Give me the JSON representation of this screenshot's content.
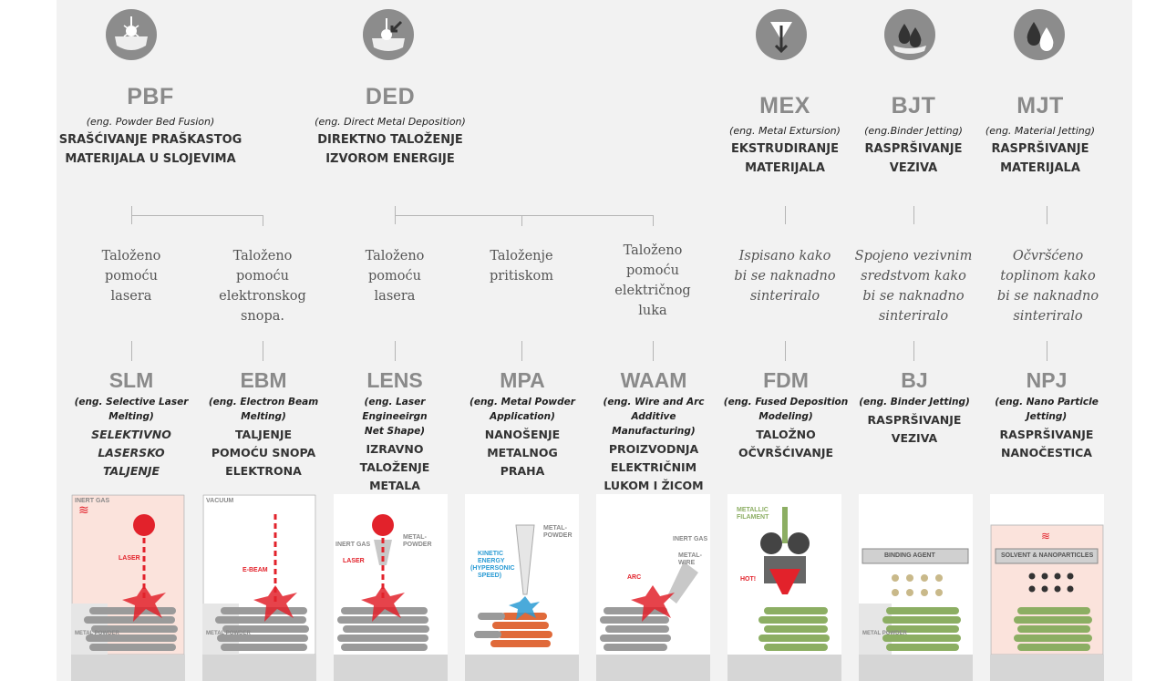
{
  "categories": [
    {
      "abbr": "PBF",
      "eng": "(eng. Powder Bed Fusion)",
      "name1": "SRAŠĆIVANJE PRAŠKASTOG",
      "name2": "MATERIJALA U SLOJEVIMA"
    },
    {
      "abbr": "DED",
      "eng": "(eng. Direct Metal Deposition)",
      "name1": "DIREKTNO TALOŽENJE",
      "name2": "IZVOROM ENERGIJE"
    },
    {
      "abbr": "MEX",
      "eng": "(eng. Metal Extursion)",
      "name1": "EKSTRUDIRANJE",
      "name2": "MATERIJALA"
    },
    {
      "abbr": "BJT",
      "eng": "(eng.Binder Jetting)",
      "name1": "RASPRŠIVANJE",
      "name2": "VEZIVA"
    },
    {
      "abbr": "MJT",
      "eng": "(eng. Material Jetting)",
      "name1": "RASPRŠIVANJE",
      "name2": "MATERIJALA"
    }
  ],
  "methods": [
    [
      "Taloženo",
      "pomoću",
      "lasera"
    ],
    [
      "Taloženo",
      "pomoću",
      "elektronskog",
      "snopa."
    ],
    [
      "Taloženo",
      "pomoću",
      "lasera"
    ],
    [
      "Taloženje",
      "pritiskom"
    ],
    [
      "Taloženo",
      "pomoću",
      "električnog",
      "luka"
    ],
    [
      "Ispisano kako",
      "bi se naknadno",
      "sinteriralo"
    ],
    [
      "Spojeno vezivnim",
      "sredstvom kako",
      "bi se naknadno",
      "sinteriralo"
    ],
    [
      "Očvršćeno",
      "toplinom kako",
      "bi se naknadno",
      "sinteriralo"
    ]
  ],
  "processes": [
    {
      "abbr": "SLM",
      "eng": [
        "(eng. Selective Laser",
        "Melting)"
      ],
      "name": [
        "SELEKTIVNO",
        "LASERSKO",
        "TALJENJE"
      ]
    },
    {
      "abbr": "EBM",
      "eng": [
        "(eng. Electron Beam",
        "Melting)"
      ],
      "name": [
        "TALJENJE",
        "POMOĆU SNOPA",
        "ELEKTRONA"
      ]
    },
    {
      "abbr": "LENS",
      "eng": [
        "(eng. Laser Engineeirgn",
        "Net Shape)"
      ],
      "name": [
        "IZRAVNO",
        "TALOŽENJE",
        "METALA"
      ]
    },
    {
      "abbr": "MPA",
      "eng": [
        "(eng. Metal Powder",
        "Application)"
      ],
      "name": [
        "NANOŠENJE",
        "METALNOG",
        "PRAHA"
      ]
    },
    {
      "abbr": "WAAM",
      "eng": [
        "(eng. Wire and Arc",
        "Additive",
        "Manufacturing)"
      ],
      "name": [
        "PROIZVODNJA",
        "ELEKTRIČNIM",
        "LUKOM I ŽICOM"
      ]
    },
    {
      "abbr": "FDM",
      "eng": [
        "(eng. Fused Deposition",
        "Modeling)"
      ],
      "name": [
        "TALOŽNO",
        "OČVRŠĆIVANJE"
      ]
    },
    {
      "abbr": "BJ",
      "eng": [
        "(eng. Binder Jetting)"
      ],
      "name": [
        "RASPRŠIVANJE",
        "VEZIVA"
      ]
    },
    {
      "abbr": "NPJ",
      "eng": [
        "(eng. Nano Particle",
        "Jetting)"
      ],
      "name": [
        "RASPRŠIVANJE",
        "NANOČESTICA"
      ]
    }
  ],
  "illustration_labels": {
    "slm": [
      "INERT GAS",
      "LASER",
      "METAL POWDER"
    ],
    "ebm": [
      "VACUUM",
      "E-BEAM",
      "METAL POWDER"
    ],
    "lens": [
      "INERT GAS",
      "METAL-",
      "POWDER",
      "LASER"
    ],
    "mpa": [
      "METAL-",
      "POWDER",
      "KINETIC",
      "ENERGY",
      "(HYPERSONIC",
      "SPEED)"
    ],
    "waam": [
      "INERT GAS",
      "ARC",
      "METAL-",
      "WIRE"
    ],
    "fdm": [
      "METALLIC",
      "FILAMENT",
      "HOT!"
    ],
    "bj": [
      "BINDING AGENT",
      "METAL POWDER"
    ],
    "npj": [
      "SOLVENT & NANOPARTICLES"
    ]
  },
  "colors": {
    "icon": "#8c8c8c",
    "red": "#e2222b",
    "green": "#8cae63",
    "gray": "#9a9a9a",
    "orange": "#e06a3a",
    "blue": "#2a9bd4"
  }
}
